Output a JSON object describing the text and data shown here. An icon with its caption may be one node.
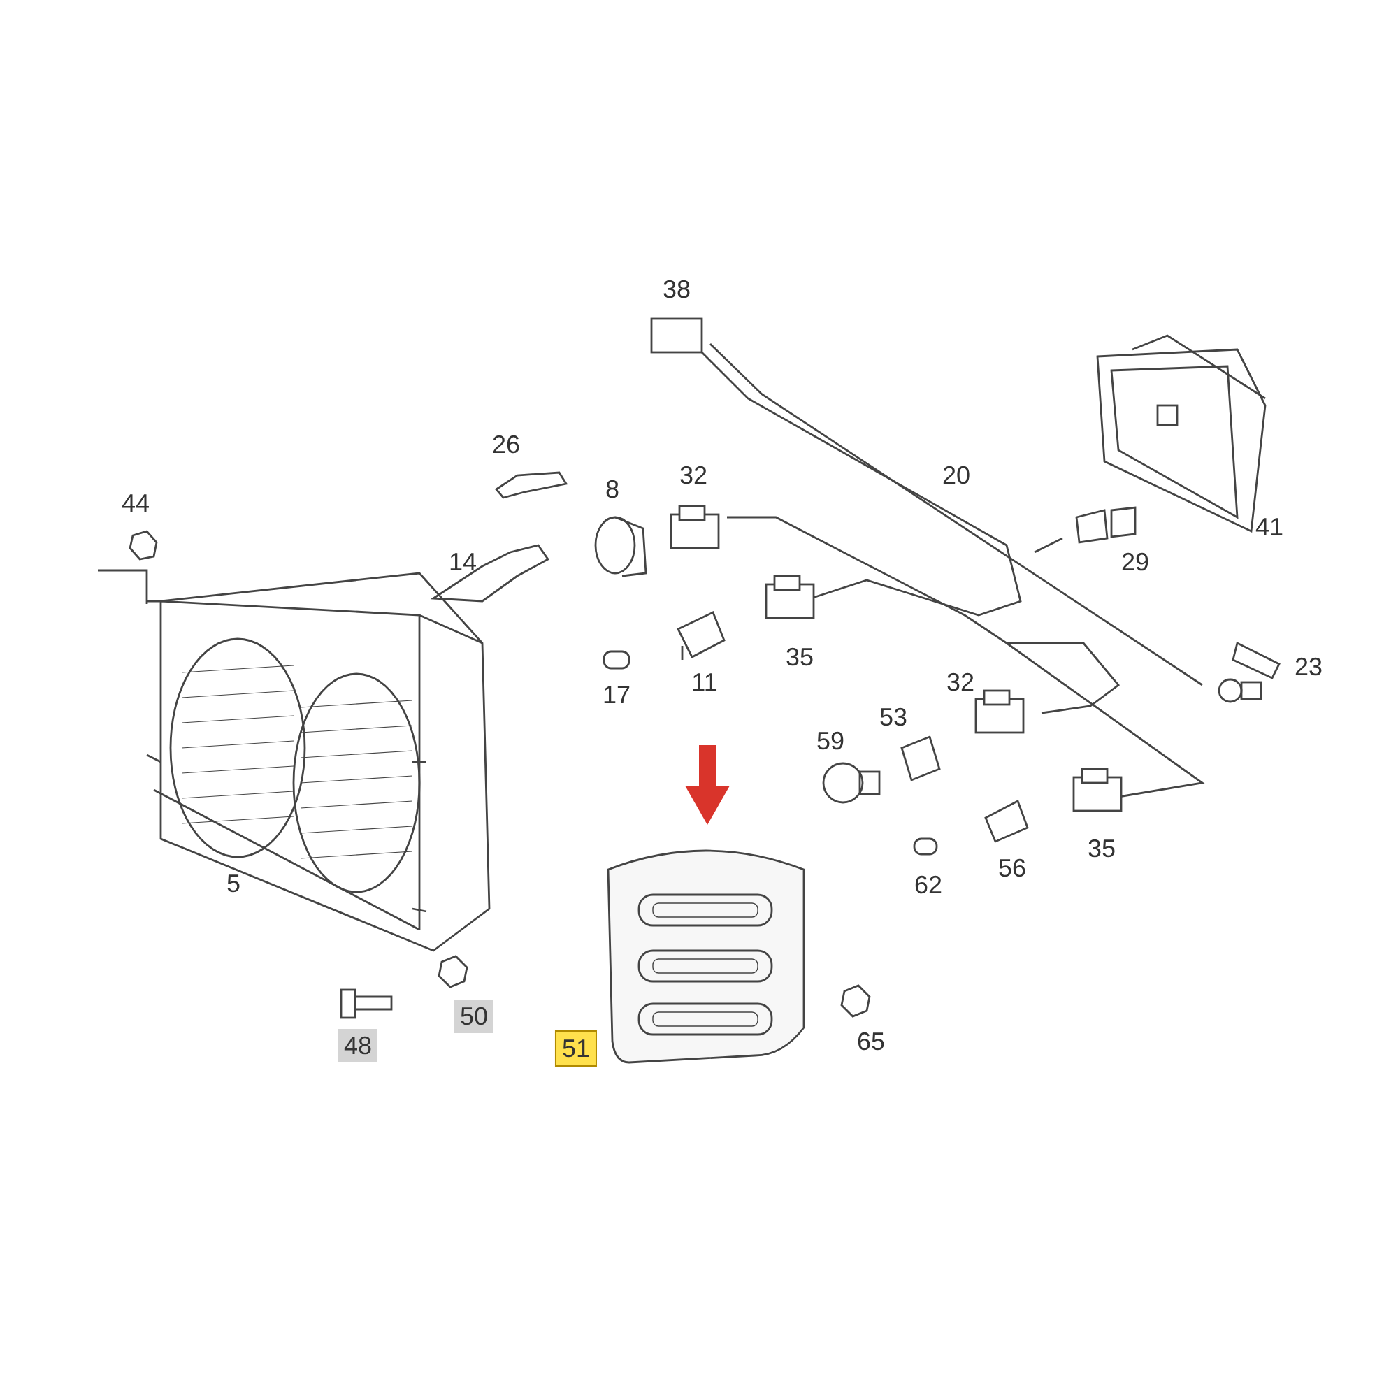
{
  "diagram": {
    "nodes": [
      {
        "text": [
          "48"
        ]
      },
      {
        "text": [
          "50"
        ]
      },
      {
        "text": [
          "51"
        ]
      }
    ],
    "labels": [
      "38",
      "26",
      "32",
      "20",
      "44",
      "8",
      "41",
      "14",
      "29",
      "35",
      "23",
      "17",
      "11",
      "53",
      "32",
      "59",
      "5",
      "62",
      "56",
      "35",
      "65"
    ]
  }
}
